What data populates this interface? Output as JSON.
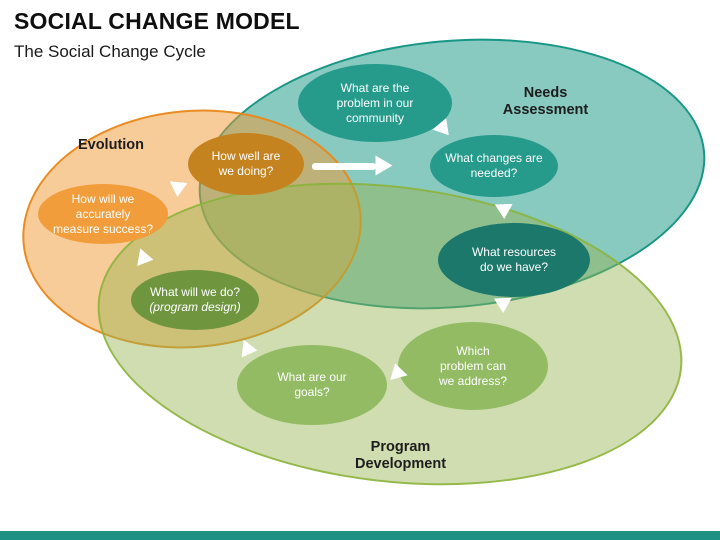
{
  "header": {
    "title": "SOCIAL CHANGE MODEL",
    "subtitle": "The Social Change Cycle"
  },
  "diagram": {
    "phases": [
      {
        "id": "needs-assessment",
        "label": "Needs\nAssessment",
        "fill_over_white": "#88c7bf",
        "border": "#1f998a"
      },
      {
        "id": "evolution",
        "label": "Evolution",
        "fill_over_white": "#f8cc98",
        "border": "#ef9230"
      },
      {
        "id": "program-development",
        "label": "Program\nDevelopment",
        "fill_over_white": "#d0ddb0",
        "border": "#93b94d"
      }
    ],
    "nodes": [
      {
        "id": "community-problems",
        "text": "What are the\nproblem in our\ncommunity",
        "color": "#269b8c"
      },
      {
        "id": "changes-needed",
        "text": "What changes are\nneeded?",
        "color": "#269b8c"
      },
      {
        "id": "resources",
        "text": "What resources\ndo we have?",
        "color": "#1b786b"
      },
      {
        "id": "which-problem",
        "text": "Which\nproblem can\nwe address?",
        "color": "#92bb63"
      },
      {
        "id": "goals",
        "text": "What are our\ngoals?",
        "color": "#92bb63"
      },
      {
        "id": "what-will-we-do",
        "text": "What will we do?",
        "subtext": "(program design)",
        "color": "#6f963f"
      },
      {
        "id": "how-well",
        "text": "How well are\nwe doing?",
        "color": "#c5831f"
      },
      {
        "id": "measure-success",
        "text": "How will we\naccurately\nmeasure success?",
        "color": "#f19d3b"
      }
    ],
    "arrows": [
      {
        "id": "arrow-1",
        "between": "community-problems / changes-needed",
        "orientation": "down-right"
      },
      {
        "id": "arrow-2",
        "between": "changes-needed / resources",
        "orientation": "down"
      },
      {
        "id": "arrow-3",
        "between": "resources / which-problem",
        "orientation": "down"
      },
      {
        "id": "arrow-4",
        "between": "which-problem / goals",
        "orientation": "up-left"
      },
      {
        "id": "arrow-5",
        "between": "goals / what-will-we-do",
        "orientation": "right"
      },
      {
        "id": "arrow-6",
        "between": "what-will-we-do / measure-success",
        "orientation": "right"
      },
      {
        "id": "arrow-7",
        "between": "how-well / measure-success",
        "orientation": "down"
      },
      {
        "id": "cycle-restart-arrow",
        "between": "how-well / needs-assessment",
        "orientation": "right"
      }
    ],
    "accent_colors": {
      "bottom_bar": "#1f9184",
      "arrow": "#ffffff"
    }
  }
}
